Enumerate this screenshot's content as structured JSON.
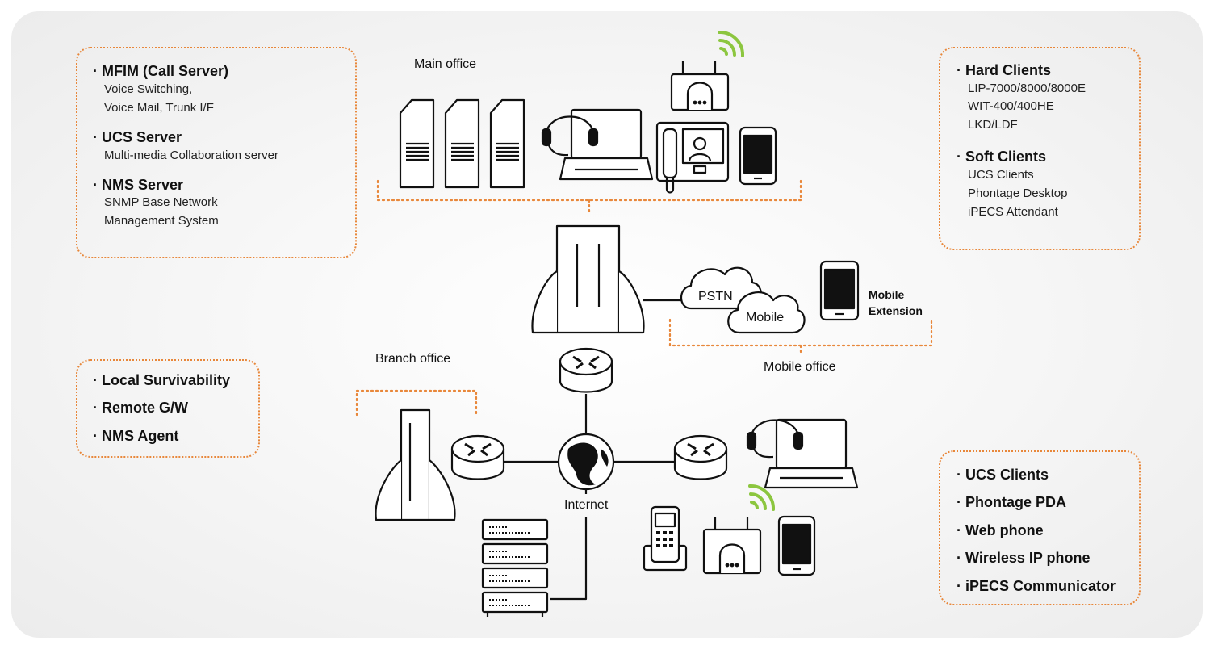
{
  "left_boxes": {
    "servers": [
      {
        "title": "· MFIM (Call Server)",
        "lines": [
          "Voice Switching,",
          "Voice Mail, Trunk I/F"
        ]
      },
      {
        "title": "· UCS Server",
        "lines": [
          "Multi-media Collaboration server"
        ]
      },
      {
        "title": "· NMS Server",
        "lines": [
          "SNMP Base Network",
          "Management System"
        ]
      }
    ],
    "branch_features": [
      "· Local Survivability",
      "· Remote G/W",
      "· NMS Agent"
    ]
  },
  "right_boxes": {
    "clients": [
      {
        "title": "· Hard Clients",
        "lines": [
          "LIP-7000/8000/8000E",
          "WIT-400/400HE",
          "LKD/LDF"
        ]
      },
      {
        "title": "· Soft Clients",
        "lines": [
          "UCS Clients",
          "Phontage Desktop",
          "iPECS Attendant"
        ]
      }
    ],
    "remote_clients": [
      "· UCS Clients",
      "· Phontage PDA",
      "· Web phone",
      "· Wireless IP phone",
      "· iPECS Communicator"
    ]
  },
  "labels": {
    "main_office": "Main office",
    "branch_office": "Branch office",
    "mobile_office": "Mobile office",
    "pstn": "PSTN",
    "mobile": "Mobile",
    "mobile_extension_1": "Mobile",
    "mobile_extension_2": "Extension",
    "internet": "Internet"
  },
  "colors": {
    "accent_dotted": "#e8873a",
    "wifi": "#8cc63f",
    "line": "#111111"
  }
}
